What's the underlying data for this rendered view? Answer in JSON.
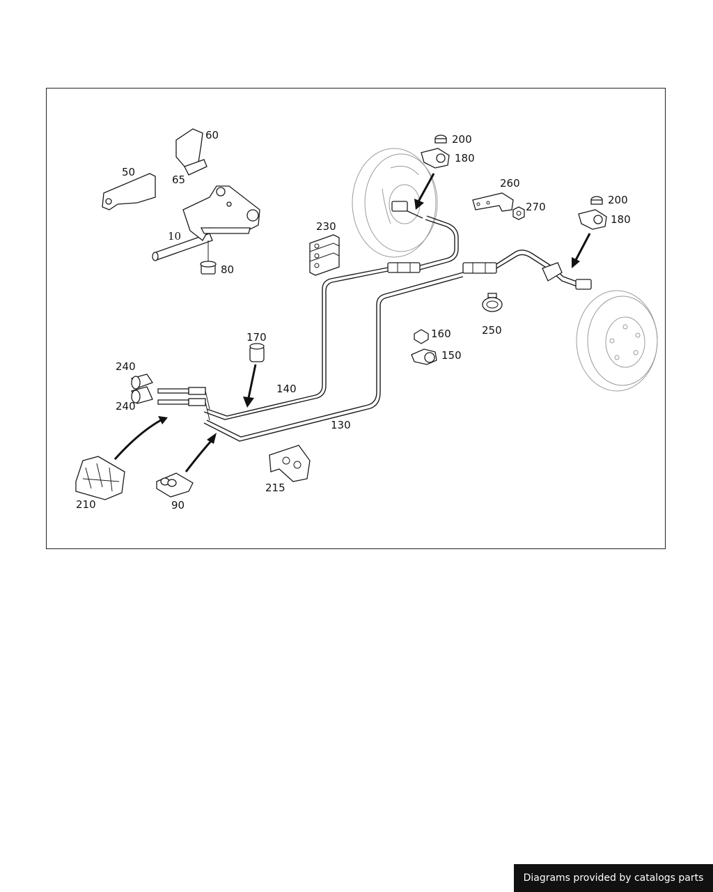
{
  "diagram": {
    "callouts": {
      "c10": "10",
      "c50": "50",
      "c60": "60",
      "c65": "65",
      "c80": "80",
      "c90": "90",
      "c130": "130",
      "c140": "140",
      "c150": "150",
      "c160": "160",
      "c170": "170",
      "c180a": "180",
      "c180b": "180",
      "c200a": "200",
      "c200b": "200",
      "c210": "210",
      "c215": "215",
      "c230": "230",
      "c240a": "240",
      "c240b": "240",
      "c250": "250",
      "c260": "260",
      "c270": "270"
    }
  },
  "footer": {
    "credit": "Diagrams provided by catalogs parts"
  },
  "colors": {
    "line": "#1a1a1a",
    "ghost": "#9a9a9a",
    "badge_bg": "#111111",
    "badge_text": "#ffffff"
  }
}
